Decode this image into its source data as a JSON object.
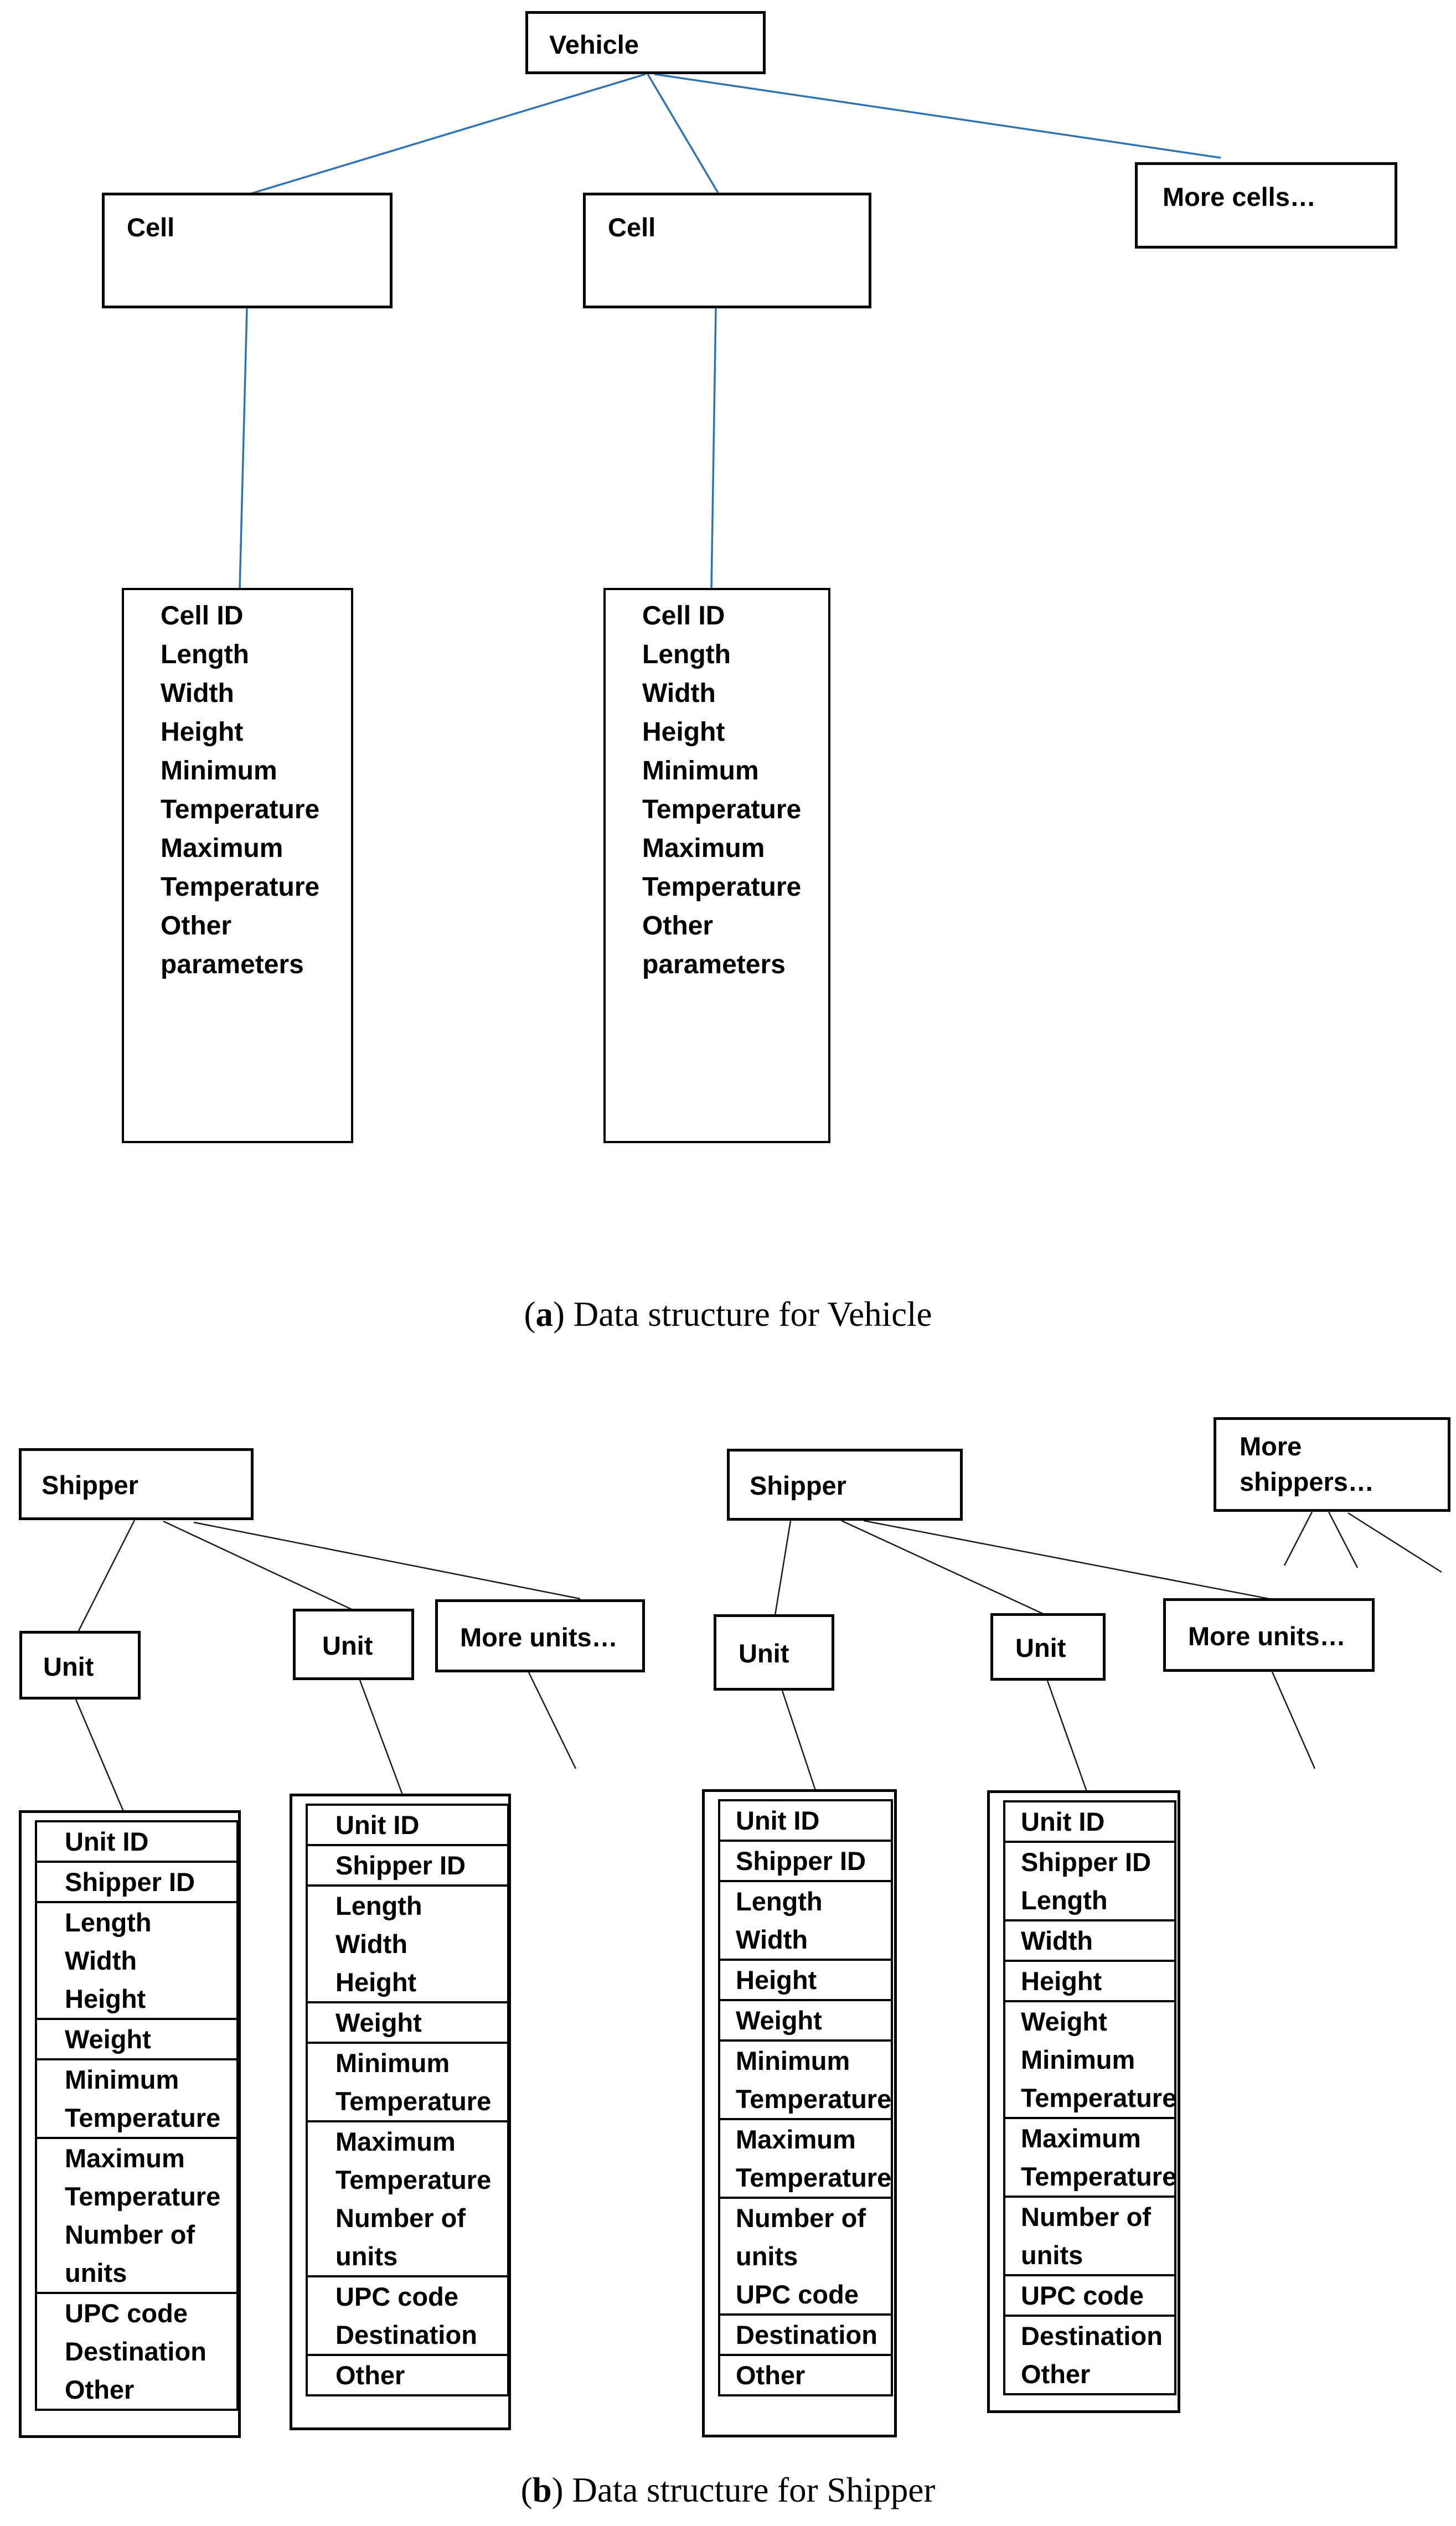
{
  "colors": {
    "connector_blue": "#2E74B5",
    "connector_black": "#1a1a1a",
    "box_border": "#000000",
    "background": "#ffffff"
  },
  "section_a": {
    "root_label": "Vehicle",
    "cell_left_label": "Cell",
    "cell_mid_label": "Cell",
    "more_cells_label": "More cells…",
    "attr_list_left": "Cell ID\nLength\nWidth\nHeight\nMinimum\nTemperature\nMaximum\nTemperature\nOther\nparameters",
    "attr_list_mid": "Cell ID\nLength\nWidth\nHeight\nMinimum\nTemperature\nMaximum\nTemperature\nOther\nparameters",
    "caption": {
      "open": "(",
      "letter": "a",
      "rest": ") Data structure for Vehicle"
    }
  },
  "section_b": {
    "shipper_left_label": "Shipper",
    "shipper_right_label": "Shipper",
    "more_shippers_label": "More\nshippers…",
    "unit_label": "Unit",
    "more_units_left_label": "More units…",
    "more_units_right_label": "More units…",
    "tables": [
      {
        "cells": [
          "Unit ID",
          "Shipper ID",
          "Length\nWidth\nHeight",
          "Weight",
          "Minimum\nTemperature",
          "Maximum\nTemperature\nNumber of\nunits",
          "UPC code\nDestination\nOther"
        ]
      },
      {
        "cells": [
          "Unit ID",
          "Shipper ID",
          "Length\nWidth\nHeight",
          "Weight",
          "Minimum\nTemperature",
          "Maximum\nTemperature\nNumber of\nunits",
          "UPC code\nDestination",
          "Other"
        ]
      },
      {
        "cells": [
          "Unit ID",
          "Shipper ID",
          "Length\nWidth",
          "Height",
          "Weight",
          "Minimum\nTemperature",
          "Maximum\nTemperature",
          "Number of\nunits\nUPC code",
          "Destination",
          "Other"
        ]
      },
      {
        "cells": [
          "Unit ID",
          "Shipper ID\nLength",
          "Width",
          "Height",
          "Weight\nMinimum\nTemperature",
          "Maximum\nTemperature",
          "Number of\nunits",
          "UPC code",
          "Destination\nOther"
        ]
      }
    ],
    "caption": {
      "open": "(",
      "letter": "b",
      "rest": ") Data structure for Shipper"
    }
  }
}
